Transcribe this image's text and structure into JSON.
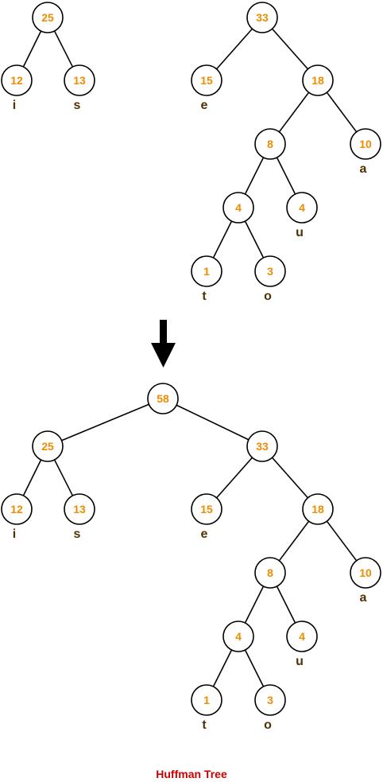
{
  "colors": {
    "node_value": "#F08C00",
    "leaf_char": "#4D3300",
    "caption": "#CC0000",
    "edge": "#000000",
    "arrow": "#000000"
  },
  "caption": "Huffman Tree",
  "before": {
    "trees": [
      {
        "nodes": [
          {
            "id": "n25",
            "value": "25"
          },
          {
            "id": "n12",
            "value": "12",
            "char": "i",
            "parent": "n25"
          },
          {
            "id": "n13",
            "value": "13",
            "char": "s",
            "parent": "n25"
          }
        ]
      },
      {
        "nodes": [
          {
            "id": "n33",
            "value": "33"
          },
          {
            "id": "n15",
            "value": "15",
            "char": "e",
            "parent": "n33"
          },
          {
            "id": "n18",
            "value": "18",
            "parent": "n33"
          },
          {
            "id": "n8",
            "value": "8",
            "parent": "n18"
          },
          {
            "id": "n10",
            "value": "10",
            "char": "a",
            "parent": "n18"
          },
          {
            "id": "n4a",
            "value": "4",
            "parent": "n8"
          },
          {
            "id": "n4u",
            "value": "4",
            "char": "u",
            "parent": "n8"
          },
          {
            "id": "n1",
            "value": "1",
            "char": "t",
            "parent": "n4a"
          },
          {
            "id": "n3",
            "value": "3",
            "char": "o",
            "parent": "n4a"
          }
        ]
      }
    ]
  },
  "after": {
    "nodes": [
      {
        "id": "m58",
        "value": "58"
      },
      {
        "id": "m25",
        "value": "25",
        "parent": "m58"
      },
      {
        "id": "m33",
        "value": "33",
        "parent": "m58"
      },
      {
        "id": "m12",
        "value": "12",
        "char": "i",
        "parent": "m25"
      },
      {
        "id": "m13",
        "value": "13",
        "char": "s",
        "parent": "m25"
      },
      {
        "id": "m15",
        "value": "15",
        "char": "e",
        "parent": "m33"
      },
      {
        "id": "m18",
        "value": "18",
        "parent": "m33"
      },
      {
        "id": "m8",
        "value": "8",
        "parent": "m18"
      },
      {
        "id": "m10",
        "value": "10",
        "char": "a",
        "parent": "m18"
      },
      {
        "id": "m4a",
        "value": "4",
        "parent": "m8"
      },
      {
        "id": "m4u",
        "value": "4",
        "char": "u",
        "parent": "m8"
      },
      {
        "id": "m1",
        "value": "1",
        "char": "t",
        "parent": "m4a"
      },
      {
        "id": "m3",
        "value": "3",
        "char": "o",
        "parent": "m4a"
      }
    ]
  }
}
